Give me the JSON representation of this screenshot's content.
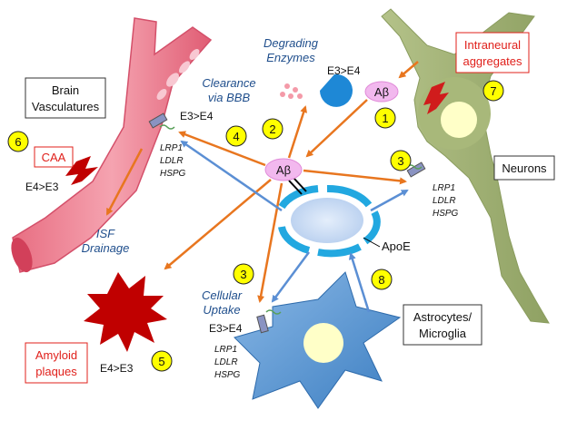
{
  "labels": {
    "brain_vasculatures": [
      "Brain",
      "Vasculatures"
    ],
    "clearance_bbb": [
      "Clearance",
      "via BBB"
    ],
    "degrading_enzymes": [
      "Degrading",
      "Enzymes"
    ],
    "e3_e4_top": "E3>E4",
    "e3_e4_left": "E3>E4",
    "e3_e4_bottom": "E3>E4",
    "e4_e3_caa": "E4>E3",
    "e4_e3_plaques": "E4>E3",
    "intraneural_aggregates": [
      "Intraneural",
      "aggregates"
    ],
    "neurons": "Neurons",
    "caa": "CAA",
    "isf_drainage": [
      "ISF",
      "Drainage"
    ],
    "amyloid_plaques": [
      "Amyloid",
      "plaques"
    ],
    "apoe": "ApoE",
    "abeta": "Aβ",
    "cellular_uptake": [
      "Cellular",
      "Uptake"
    ],
    "astrocytes_microglia": [
      "Astrocytes/",
      "Microglia"
    ],
    "receptors": [
      "LRP1",
      "LDLR",
      "HSPG"
    ]
  },
  "numbers": {
    "n1": "1",
    "n2": "2",
    "n3_right": "3",
    "n3_bottom": "3",
    "n4": "4",
    "n5": "5",
    "n6": "6",
    "n7": "7",
    "n8": "8"
  },
  "colors": {
    "orange_arrow": "#e8761f",
    "blue_arrow": "#5b8fd4",
    "vessel": "#f08b9a",
    "neuron": "#a8b87a",
    "astrocyte": "#6fa3d8",
    "plaque": "#c00000",
    "badge": "#ffff00",
    "abeta": "#f2b8ee"
  }
}
